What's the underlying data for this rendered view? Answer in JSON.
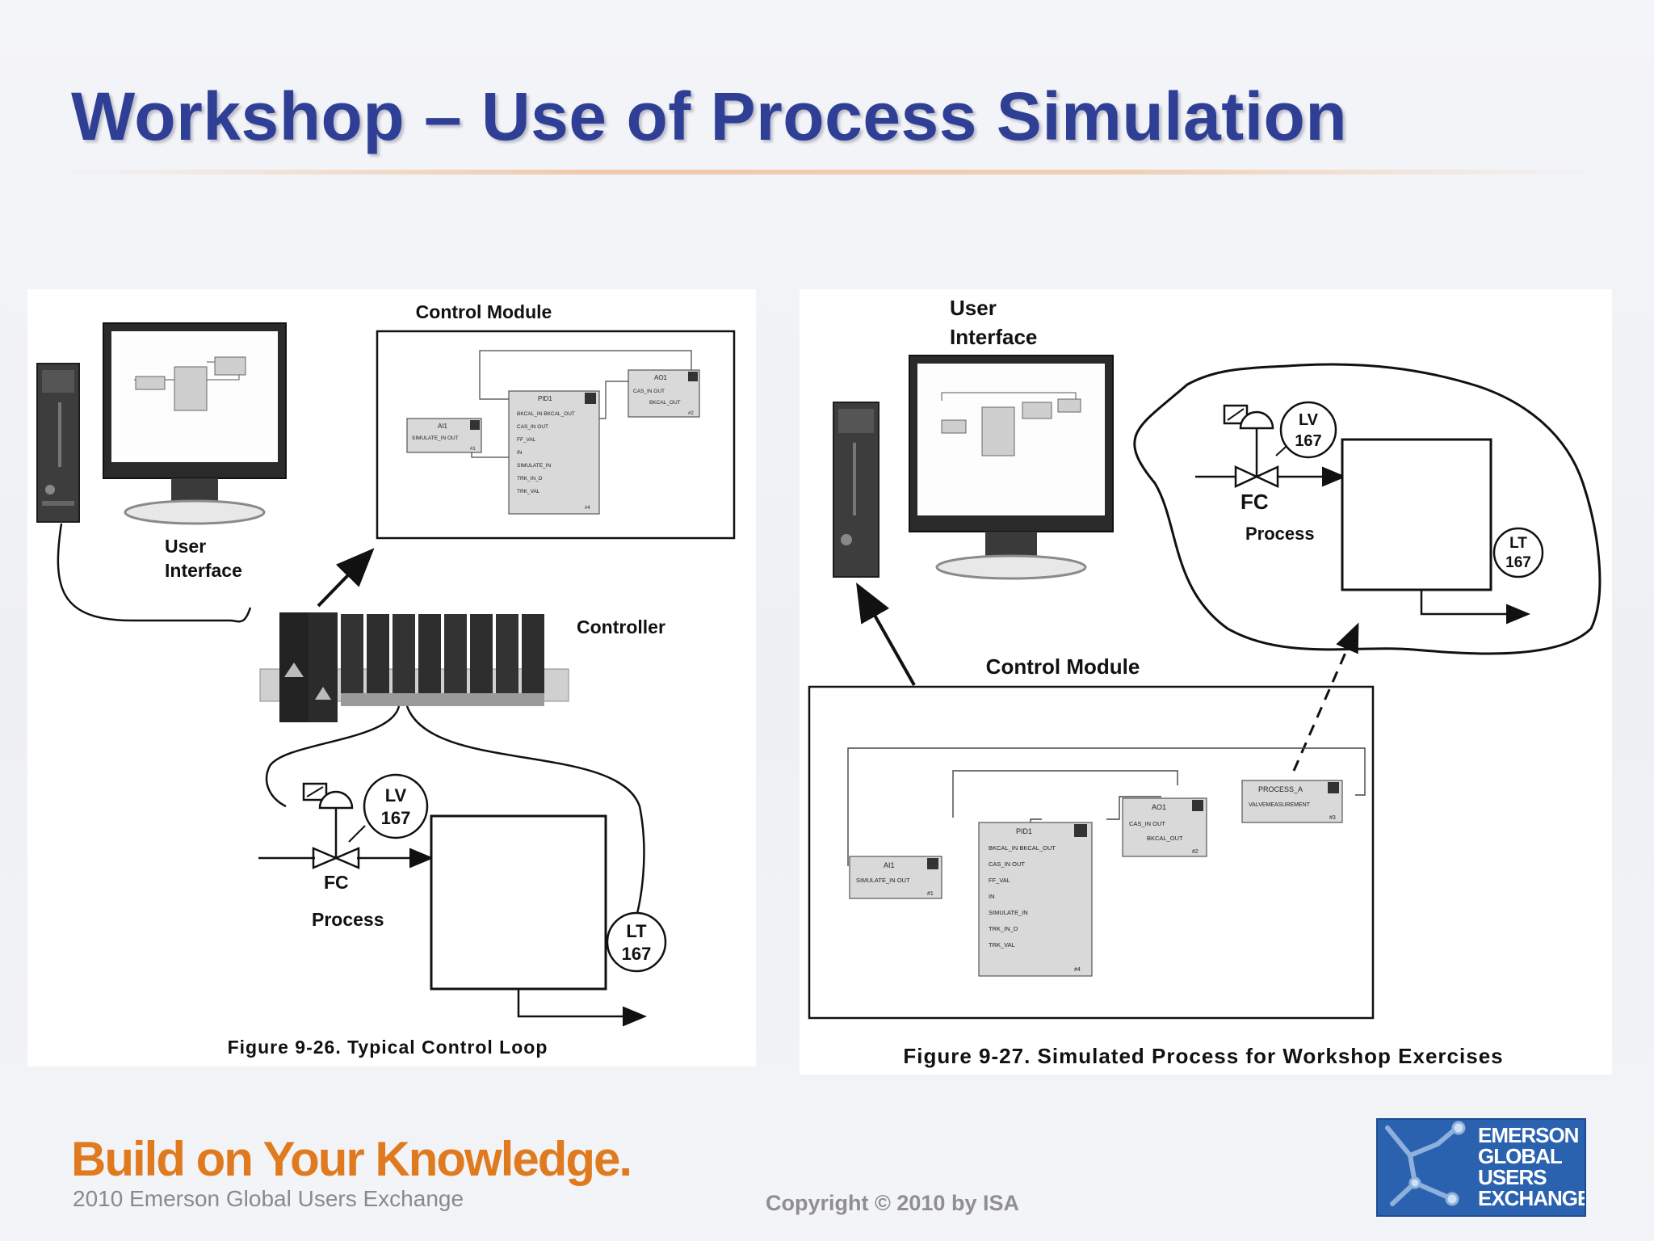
{
  "slide": {
    "title": "Workshop – Use of Process Simulation"
  },
  "figure_left": {
    "control_module_label": "Control Module",
    "user_interface_label_line1": "User",
    "user_interface_label_line2": "Interface",
    "controller_label": "Controller",
    "process_label": "Process",
    "valve_label": "FC",
    "lv_tag": "LV",
    "lv_num": "167",
    "lt_tag": "LT",
    "lt_num": "167",
    "caption": "Figure 9-26. Typical Control Loop",
    "blocks": {
      "ai1": {
        "title": "AI1",
        "params": [
          "SIMULATE_IN  OUT"
        ],
        "num": "#1"
      },
      "pid1": {
        "title": "PID1",
        "params": [
          "BKCAL_IN  BKCAL_OUT",
          "CAS_IN  OUT",
          "FF_VAL",
          "IN",
          "SIMULATE_IN",
          "TRK_IN_D",
          "TRK_VAL"
        ],
        "num": "#4"
      },
      "ao1": {
        "title": "AO1",
        "params": [
          "CAS_IN  OUT",
          "BKCAL_OUT"
        ],
        "num": "#2"
      }
    }
  },
  "figure_right": {
    "user_interface_label_line1": "User",
    "user_interface_label_line2": "Interface",
    "control_module_label": "Control Module",
    "process_label": "Process",
    "valve_label": "FC",
    "lv_tag": "LV",
    "lv_num": "167",
    "lt_tag": "LT",
    "lt_num": "167",
    "caption": "Figure 9-27. Simulated Process for Workshop Exercises",
    "blocks": {
      "ai1": {
        "title": "AI1",
        "params": [
          "SIMULATE_IN  OUT"
        ],
        "num": "#1"
      },
      "pid1": {
        "title": "PID1",
        "params": [
          "BKCAL_IN  BKCAL_OUT",
          "CAS_IN  OUT",
          "FF_VAL",
          "IN",
          "SIMULATE_IN",
          "TRK_IN_D",
          "TRK_VAL"
        ],
        "num": "#4"
      },
      "ao1": {
        "title": "AO1",
        "params": [
          "CAS_IN  OUT",
          "BKCAL_OUT"
        ],
        "num": "#2"
      },
      "process_a": {
        "title": "PROCESS_A",
        "params": [
          "VALVEMEASUREMENT"
        ],
        "num": "#3"
      }
    }
  },
  "footer": {
    "tagline": "Build on Your Knowledge.",
    "subline": "2010 Emerson Global Users Exchange",
    "copyright": "Copyright © 2010 by ISA",
    "logo_lines": [
      "EMERSON",
      "GLOBAL",
      "USERS",
      "EXCHANGE"
    ]
  },
  "colors": {
    "title": "#2f3f95",
    "tagline": "#e07a1f",
    "logo_bg": "#2b62b0"
  }
}
